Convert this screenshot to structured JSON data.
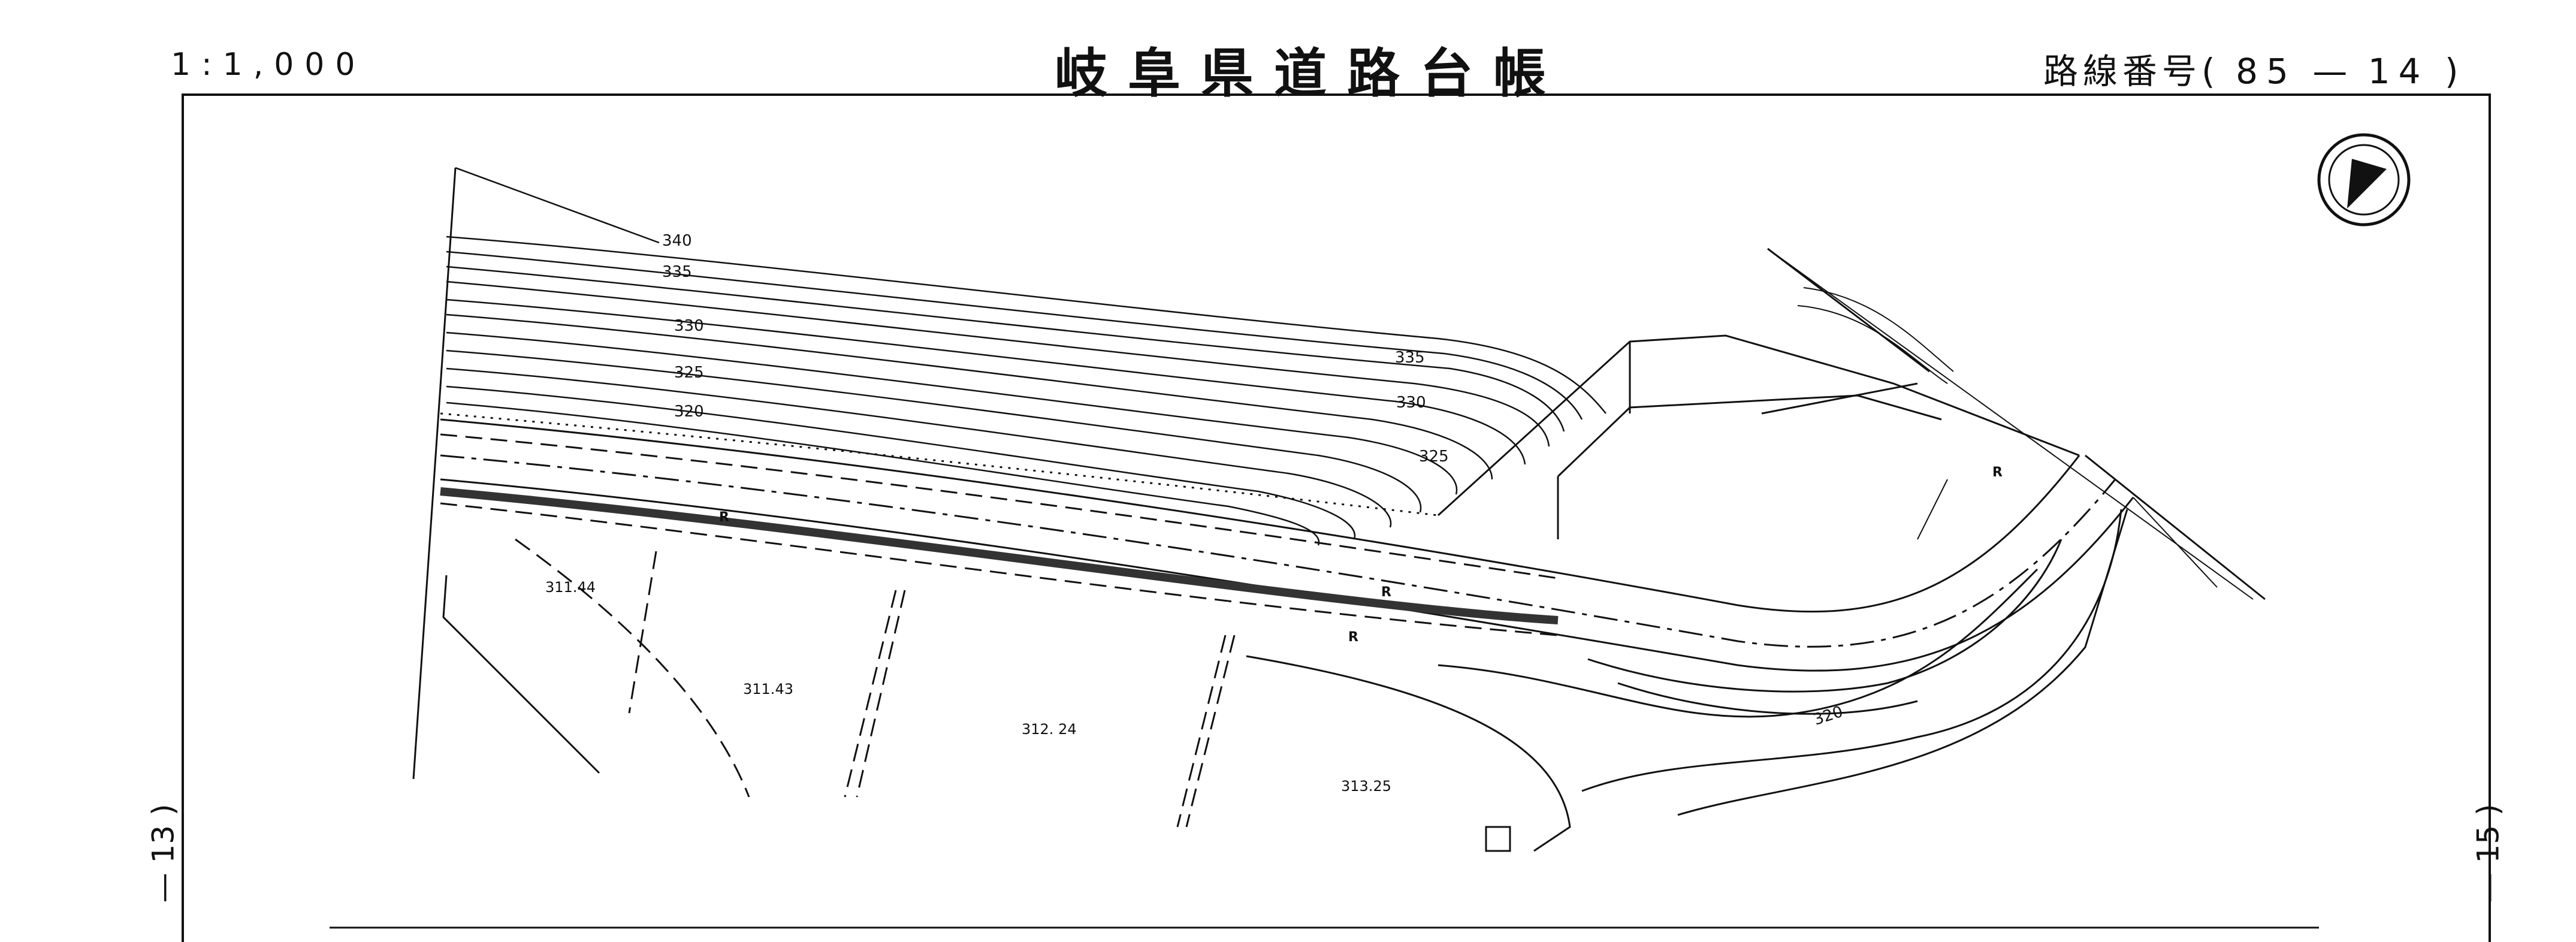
{
  "header": {
    "scale": "1:1,000",
    "title": "岐阜県道路台帳",
    "route_label": "路線番号",
    "route_open": "(",
    "route_main": "85",
    "route_dash": "—",
    "route_sub": "14",
    "route_close": ")"
  },
  "margins": {
    "left_sheet": "13",
    "right_sheet": "15",
    "left_text": "— 13 )",
    "right_text": "— 15 )"
  },
  "map": {
    "north_arrow_icon": "north-arrow-icon",
    "contour_labels": [
      "340",
      "335",
      "330",
      "325",
      "320",
      "335",
      "330",
      "325",
      "320"
    ],
    "spot_heights": [
      "311.44",
      "311.43",
      "312. 24",
      "313.25"
    ],
    "road_marks": [
      "R",
      "R",
      "R",
      "R"
    ],
    "colors": {
      "ink": "#111111",
      "paper": "#ffffff"
    }
  }
}
